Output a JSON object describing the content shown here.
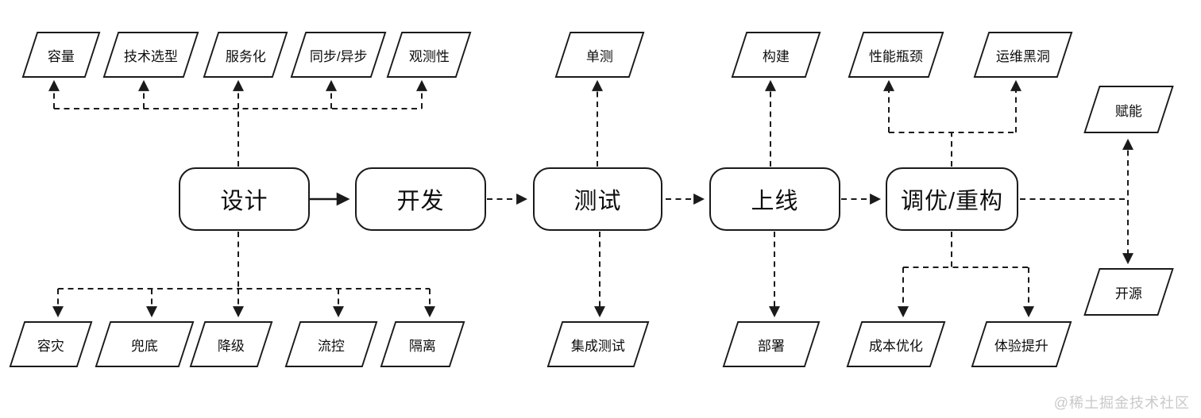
{
  "canvas": {
    "background": "#ffffff",
    "line_color": "#1a1a1a",
    "watermark_color": "#c9c9c9"
  },
  "stages": {
    "design": "设计",
    "develop": "开发",
    "test": "测试",
    "launch": "上线",
    "tune": "调优/重构"
  },
  "attachments": {
    "capacity": "容量",
    "tech_selection": "技术选型",
    "servitization": "服务化",
    "sync_async": "同步/异步",
    "observability": "观测性",
    "unit_test": "单测",
    "build": "构建",
    "perf_bottleneck": "性能瓶颈",
    "ops_blackhole": "运维黑洞",
    "empower": "赋能",
    "disaster_recovery": "容灾",
    "fallback": "兜底",
    "degradation": "降级",
    "flow_control": "流控",
    "isolation": "隔离",
    "integration_test": "集成测试",
    "deploy": "部署",
    "cost_optimization": "成本优化",
    "experience_improvement": "体验提升",
    "open_source": "开源"
  },
  "watermark": "@稀土掘金技术社区"
}
